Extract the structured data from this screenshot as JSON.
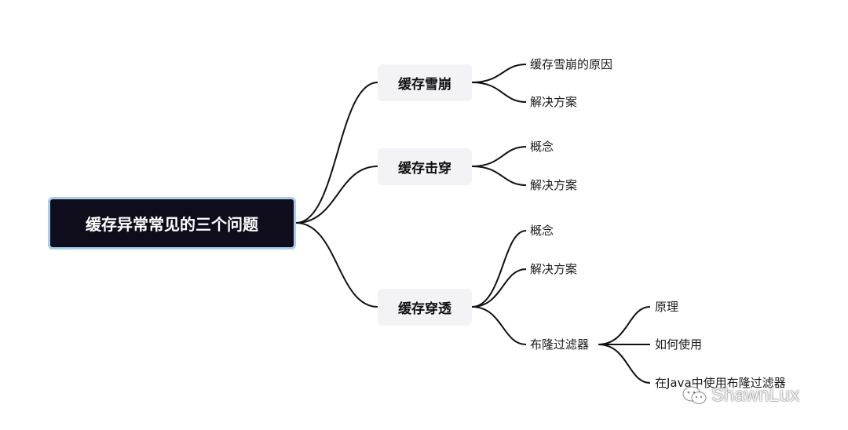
{
  "root": {
    "label": "缓存异常常见的三个问题"
  },
  "branches": [
    {
      "label": "缓存雪崩",
      "children": [
        {
          "label": "缓存雪崩的原因"
        },
        {
          "label": "解决方案"
        }
      ]
    },
    {
      "label": "缓存击穿",
      "children": [
        {
          "label": "概念"
        },
        {
          "label": "解决方案"
        }
      ]
    },
    {
      "label": "缓存穿透",
      "children": [
        {
          "label": "概念"
        },
        {
          "label": "解决方案"
        },
        {
          "label": "布隆过滤器",
          "children": [
            {
              "label": "原理"
            },
            {
              "label": "如何使用"
            },
            {
              "label": "在Java中使用布隆过滤器"
            }
          ]
        }
      ]
    }
  ],
  "watermark": {
    "text": "ShawnLux",
    "icon": "wechat-icon"
  },
  "colors": {
    "root_bg": "#0f0d1c",
    "root_border": "#a9cdea",
    "branch_bg": "#f3f3f5",
    "line": "#111111"
  }
}
